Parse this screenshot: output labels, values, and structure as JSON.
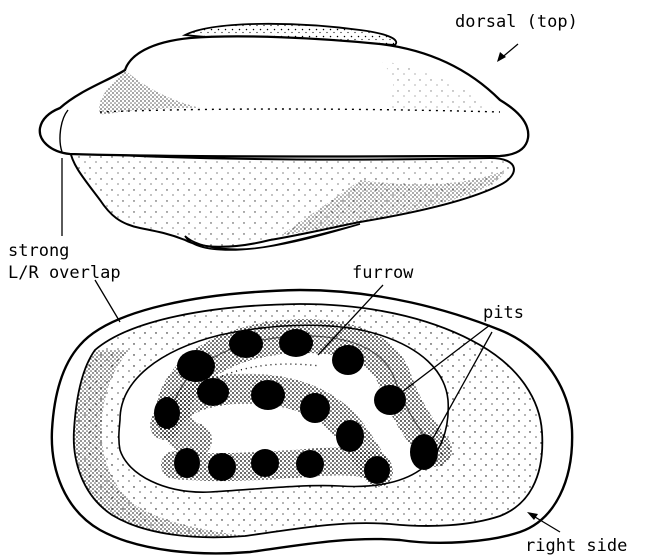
{
  "labels": {
    "dorsal": "dorsal (top)",
    "strong": "strong",
    "overlap": "L/R overlap",
    "furrow": "furrow",
    "pits": "pits",
    "right_side": "right side"
  },
  "colors": {
    "ink": "#000000",
    "paper": "#ffffff"
  }
}
